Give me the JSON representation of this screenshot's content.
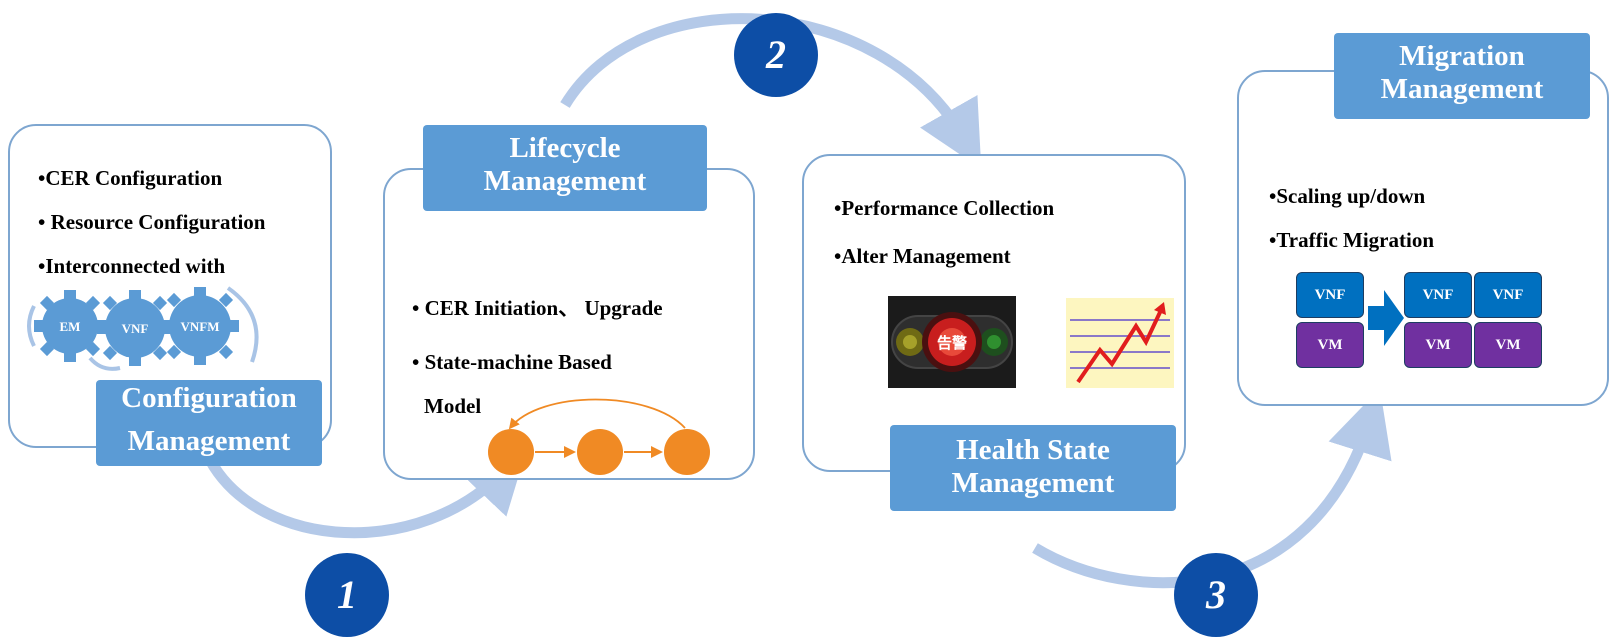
{
  "steps": [
    "1",
    "2",
    "3"
  ],
  "configuration": {
    "title_line1": "Configuration",
    "title_line2": "Management",
    "bullets": [
      "•CER Configuration",
      "• Resource Configuration",
      "•Interconnected with"
    ],
    "gears": [
      "EM",
      "VNF",
      "VNFM"
    ]
  },
  "lifecycle": {
    "title_line1": "Lifecycle",
    "title_line2": "Management",
    "bullets": [
      "• CER Initiation、 Upgrade",
      "• State-machine Based",
      "Model"
    ]
  },
  "health": {
    "title_line1": "Health State",
    "title_line2": "Management",
    "bullets": [
      "•Performance Collection",
      "•Alter Management"
    ],
    "alarm_label": "告警"
  },
  "migration": {
    "title_line1": "Migration",
    "title_line2": "Management",
    "bullets": [
      "•Scaling up/down",
      "•Traffic Migration"
    ],
    "left_vnf": "VNF",
    "left_vm": "VM",
    "right_vnf_1": "VNF",
    "right_vnf_2": "VNF",
    "right_vm_1": "VM",
    "right_vm_2": "VM"
  },
  "colors": {
    "banner": "#5b9bd5",
    "panel_border": "#7ea6d0",
    "step_circle": "#0d4ea6",
    "flow_arrow": "#b4c9e8",
    "state_node": "#f08a24",
    "vnf_box": "#0070c0",
    "vm_box": "#7030a0"
  },
  "icons": [
    "gear-icon",
    "state-machine-icon",
    "alarm-light-icon",
    "trend-chart-icon",
    "right-arrow-icon"
  ]
}
